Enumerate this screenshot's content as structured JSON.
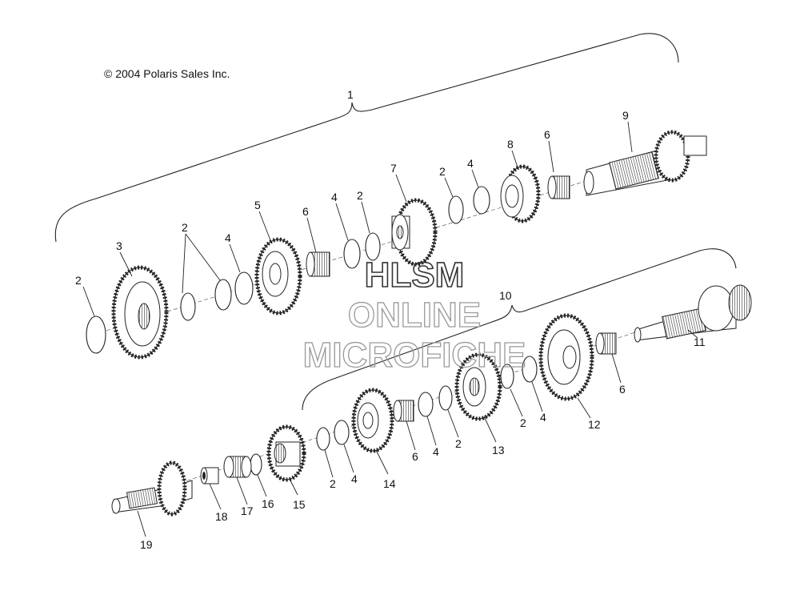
{
  "copyright": "© 2004 Polaris Sales Inc.",
  "watermark": {
    "line1": "HLSM",
    "line2": "ONLINE",
    "line3": "MICROFICHE"
  },
  "callouts": [
    "1",
    "2",
    "3",
    "2",
    "4",
    "5",
    "6",
    "4",
    "2",
    "7",
    "2",
    "4",
    "8",
    "6",
    "9",
    "10",
    "11",
    "6",
    "12",
    "4",
    "2",
    "13",
    "2",
    "4",
    "6",
    "14",
    "4",
    "2",
    "15",
    "16",
    "17",
    "18",
    "19"
  ]
}
